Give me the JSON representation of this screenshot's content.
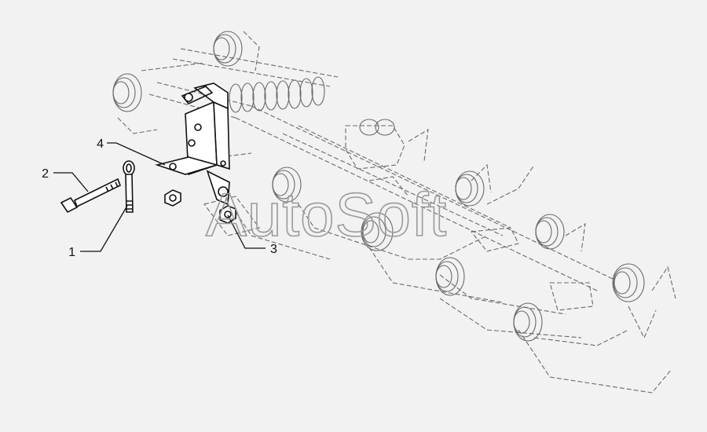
{
  "callouts": [
    {
      "id": "1",
      "label": "1"
    },
    {
      "id": "2",
      "label": "2"
    },
    {
      "id": "3",
      "label": "3"
    },
    {
      "id": "4",
      "label": "4"
    }
  ],
  "watermark": "AutoSoft",
  "colors": {
    "background": "#f2f2f2",
    "outline": "#111111",
    "ghost": "#6a6a6a",
    "watermark": "#9a9a9a"
  }
}
